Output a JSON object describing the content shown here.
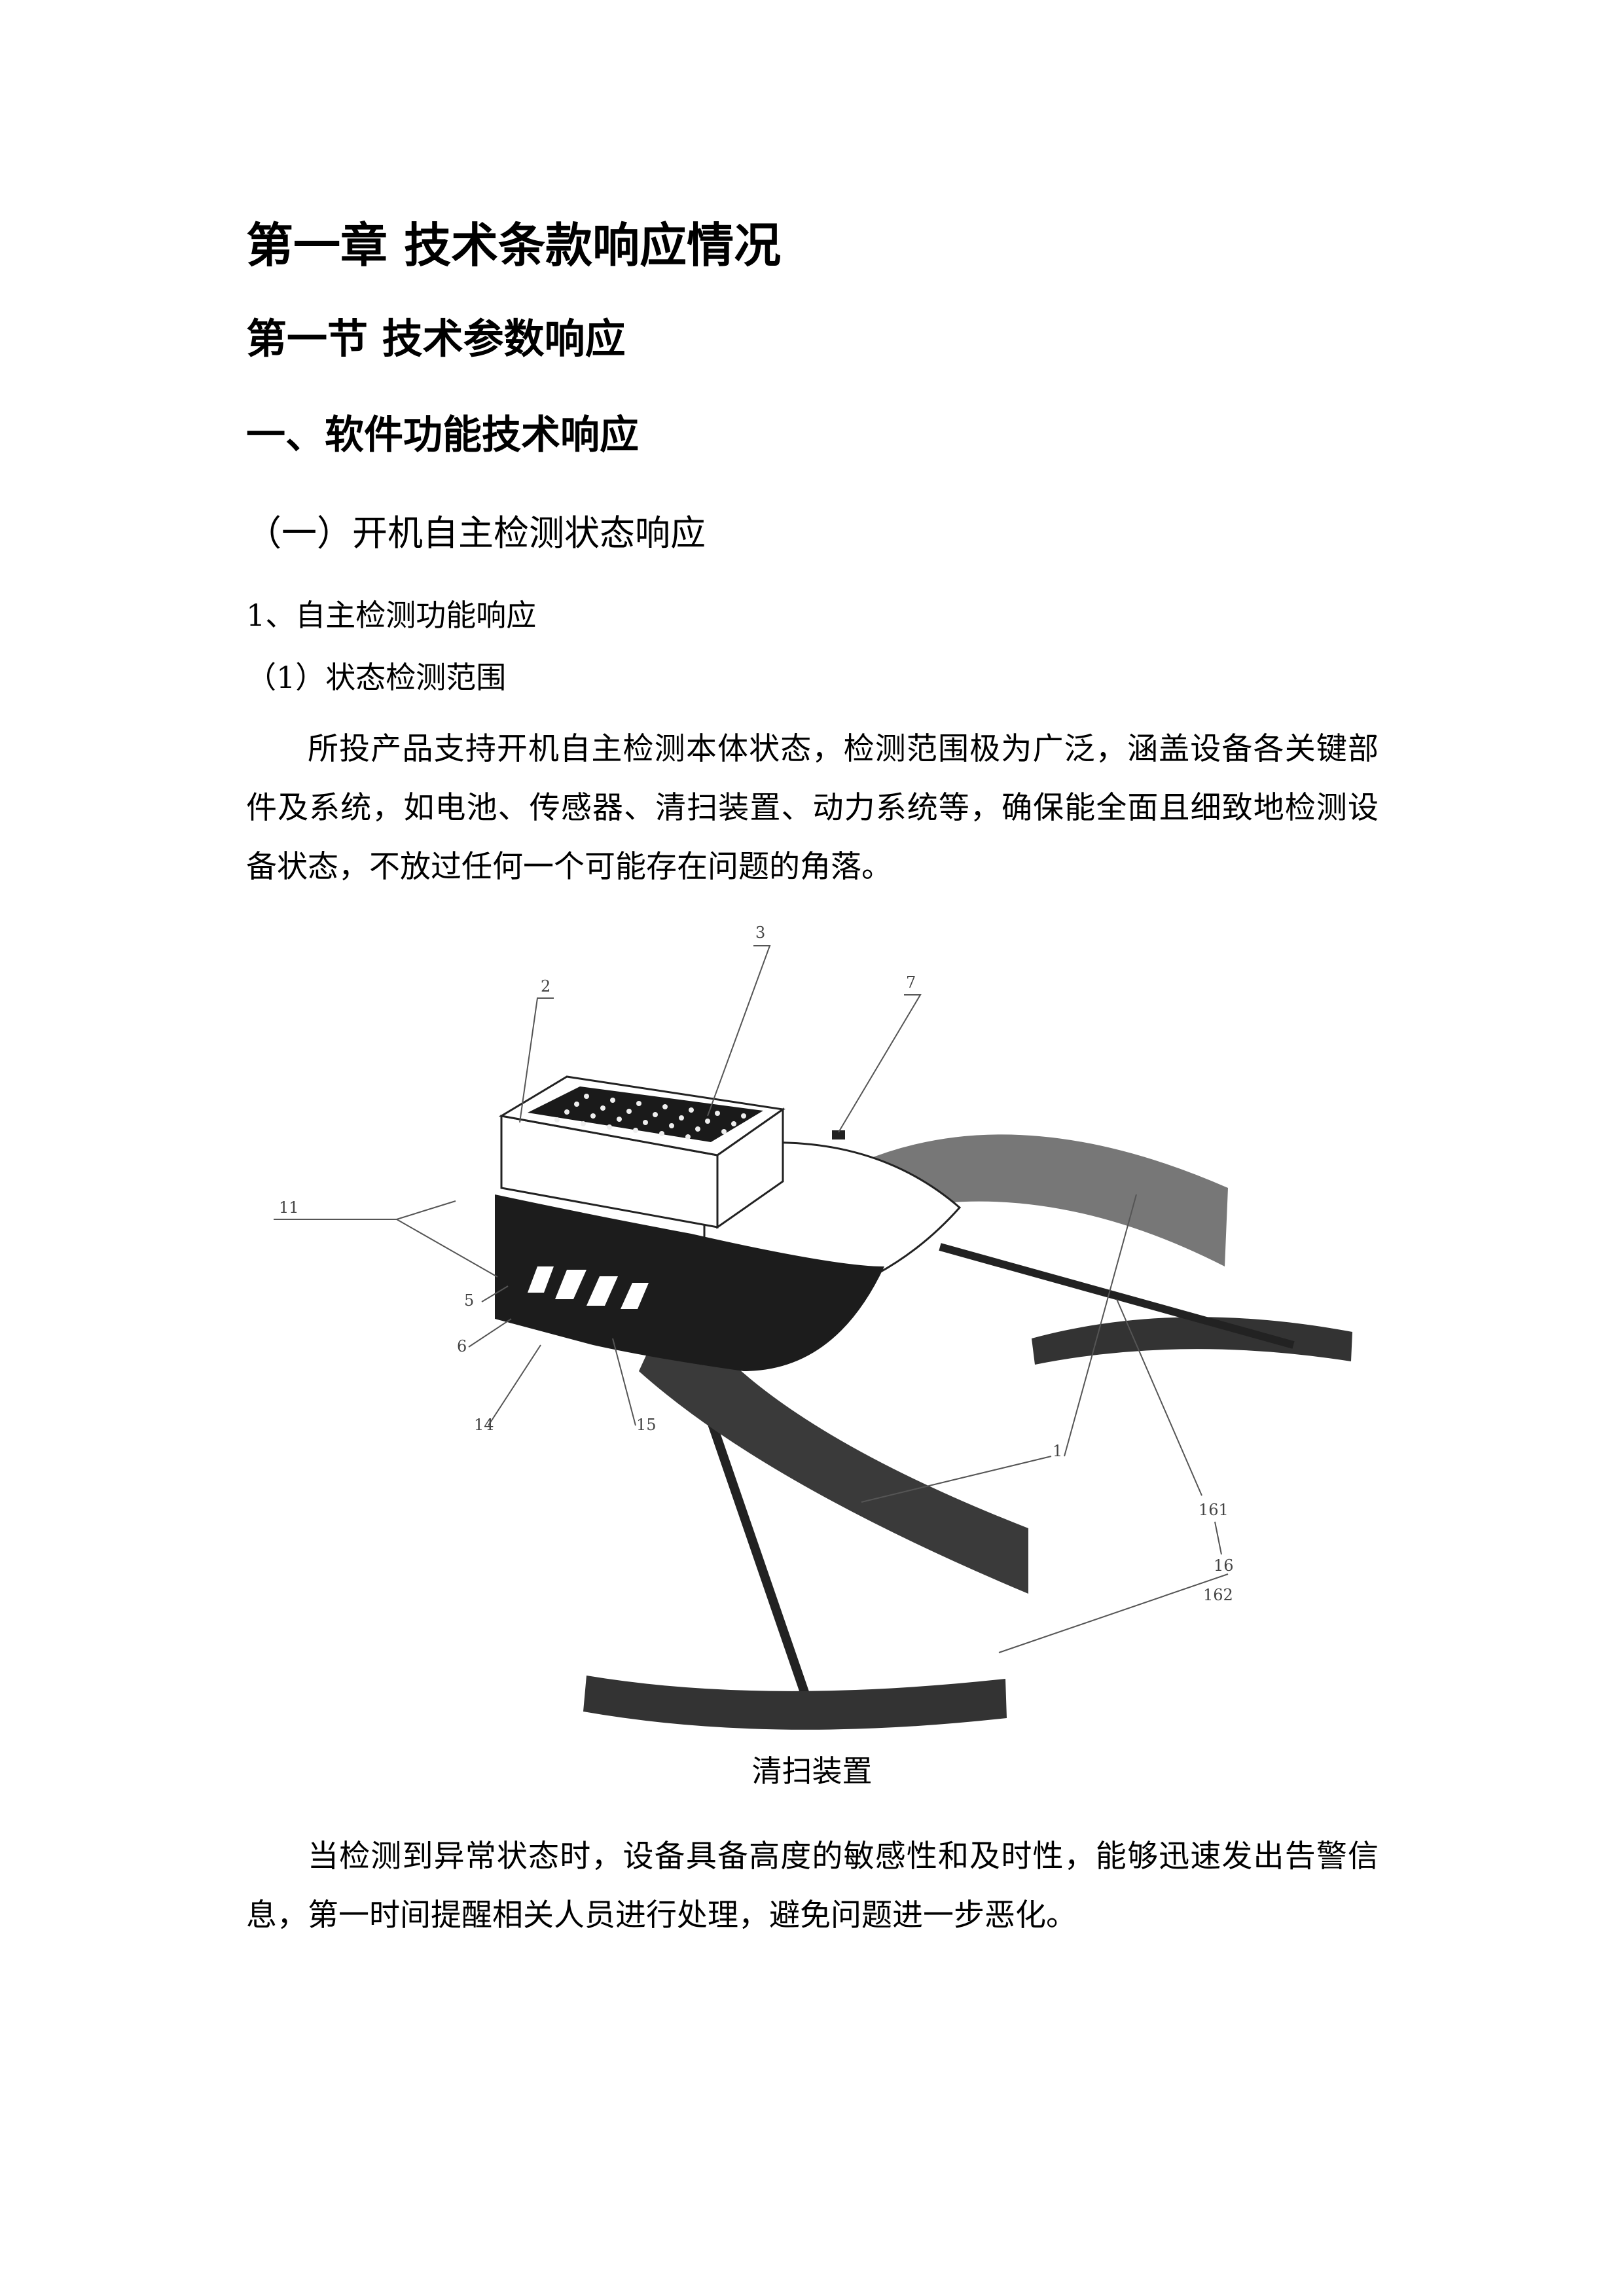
{
  "chapter_title": "第一章  技术条款响应情况",
  "section_title": "第一节  技术参数响应",
  "subsection_title": "一、软件功能技术响应",
  "subsubsection_title": "（一）开机自主检测状态响应",
  "item_title": "1、自主检测功能响应",
  "subitem_title": "（1）状态检测范围",
  "paragraph_1": "所投产品支持开机自主检测本体状态，检测范围极为广泛，涵盖设备各关键部件及系统，如电池、传感器、清扫装置、动力系统等，确保能全面且细致地检测设备状态，不放过任何一个可能存在问题的角落。",
  "figure": {
    "labels": {
      "l2": "2",
      "l3": "3",
      "l7": "7",
      "l11": "11",
      "l5": "5",
      "l6": "6",
      "l14": "14",
      "l15": "15",
      "l1": "1",
      "l161": "161",
      "l16": "16",
      "l162": "162"
    }
  },
  "figure_caption": "清扫装置",
  "paragraph_2": "当检测到异常状态时，设备具备高度的敏感性和及时性，能够迅速发出告警信息，第一时间提醒相关人员进行处理，避免问题进一步恶化。"
}
